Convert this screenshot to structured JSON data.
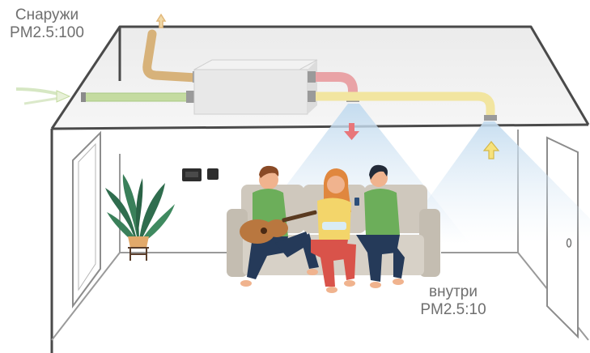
{
  "outdoor": {
    "title": "Снаружи",
    "pm": "PM2.5:100"
  },
  "indoor": {
    "title": "внутри",
    "pm": "PM2.5:10"
  },
  "colors": {
    "exhaust_duct": "#d7b27a",
    "fresh_intake_duct": "#c4dba0",
    "supply_hot_duct": "#e9a3a6",
    "supply_duct": "#f2e5a0",
    "airflow_down_arrow": "#e8767a",
    "airflow_up_arrow": "#f1d86a",
    "air_cone": "#c6ddf0",
    "sofa": "#cfc8bd"
  }
}
